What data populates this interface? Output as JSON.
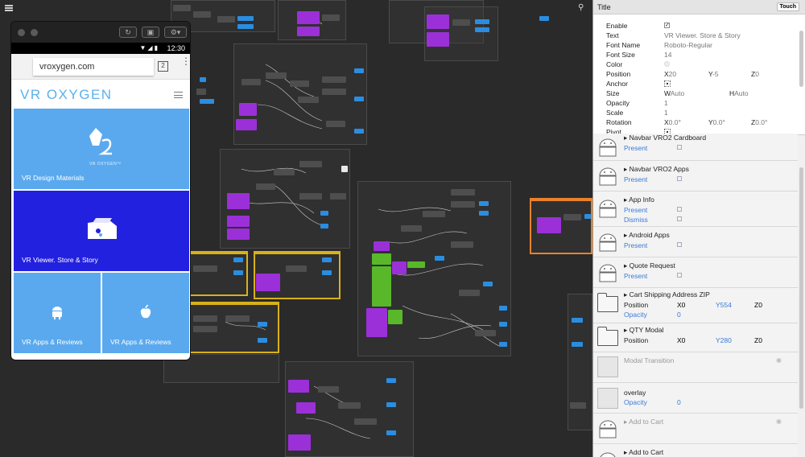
{
  "device": {
    "status_time": "12:30",
    "url": "vroxygen.com",
    "tab_count": "2",
    "brand": "VR OXYGEN",
    "logo_caption": "VR OXYGEN™",
    "tiles": [
      {
        "label": "VR Design Materials"
      },
      {
        "label": "VR Viewer. Store & Story"
      },
      {
        "label": "VR Apps & Reviews"
      },
      {
        "label": "VR Apps & Reviews"
      }
    ]
  },
  "inspector": {
    "title": "Title",
    "touch_label": "Touch",
    "props": {
      "enable_label": "Enable",
      "text_label": "Text",
      "text_value": "VR Viewer. Store & Story",
      "font_name_label": "Font Name",
      "font_name_value": "Roboto-Regular",
      "font_size_label": "Font Size",
      "font_size_value": "14",
      "color_label": "Color",
      "position_label": "Position",
      "pos_x": "20",
      "pos_y": "-5",
      "pos_z": "0",
      "anchor_label": "Anchor",
      "size_label": "Size",
      "size_w": "Auto",
      "size_h": "Auto",
      "opacity_label": "Opacity",
      "opacity_value": "1",
      "scale_label": "Scale",
      "scale_value": "1",
      "rotation_label": "Rotation",
      "rot_x": "0.0°",
      "rot_y": "0.0°",
      "rot_z": "0.0°",
      "pivot_label": "Pivot",
      "x": "X",
      "y": "Y",
      "z": "Z",
      "w": "W",
      "h": "H"
    },
    "layers": [
      {
        "name": "Navbar VRO2 Cardboard",
        "subs": [
          "Present"
        ]
      },
      {
        "name": "Navbar VRO2 Apps",
        "subs": [
          "Present"
        ]
      },
      {
        "name": "App Info",
        "subs": [
          "Present",
          "Dismiss"
        ]
      },
      {
        "name": "Android Apps",
        "subs": [
          "Present"
        ]
      },
      {
        "name": "Quote Request",
        "subs": [
          "Present"
        ]
      },
      {
        "name": "Cart Shipping Address ZIP",
        "position_label": "Position",
        "opacity_label": "Opacity",
        "x": "0",
        "y": "554",
        "z": "0",
        "opacity": "0"
      },
      {
        "name": "QTY Modal",
        "position_label": "Position",
        "x": "0",
        "y": "280",
        "z": "0"
      },
      {
        "name": "Modal Transition"
      },
      {
        "name": "overlay",
        "opacity_label": "Opacity",
        "opacity": "0"
      },
      {
        "name": "Add to Cart"
      },
      {
        "name": "Add to Cart"
      }
    ]
  }
}
